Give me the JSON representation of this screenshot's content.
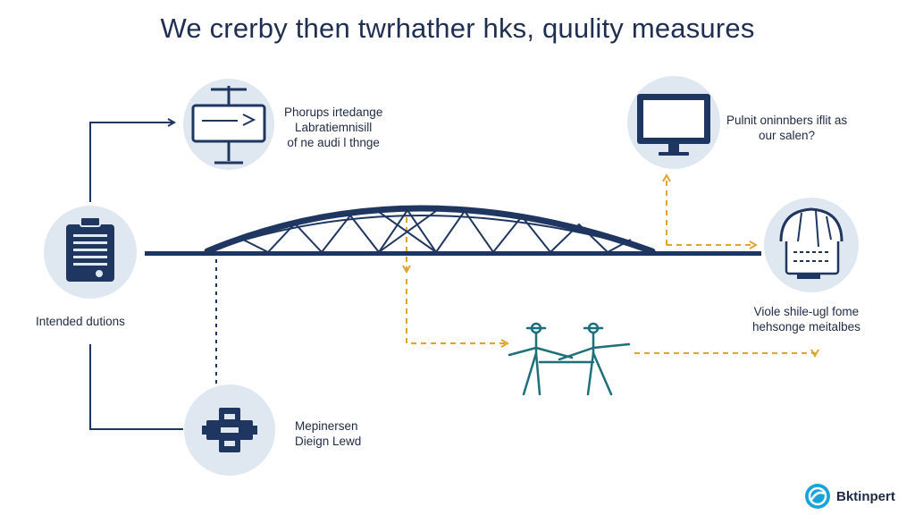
{
  "title": "We crerby then twrhather hks, quulity measures",
  "nodes": {
    "intended": {
      "icon": "clipboard-icon",
      "label": "Intended dutions"
    },
    "top_left": {
      "icon": "workbench-icon",
      "lines": [
        "Phorups irtedange",
        "Labratiemnisill",
        "of ne audi l thnge"
      ]
    },
    "bottom": {
      "icon": "connector-icon",
      "lines": [
        "Mepinersen",
        "Dieign Lewd"
      ]
    },
    "monitor": {
      "icon": "monitor-icon",
      "lines": [
        "Pulnit oninnbers iflit as",
        "our salen?"
      ]
    },
    "right": {
      "icon": "dashboard-icon",
      "lines": [
        "Viole shile-ugl fome",
        "hehsonge meitalbes"
      ]
    },
    "workers": {
      "icon": "workers-icon"
    }
  },
  "bridge": {
    "icon": "bridge-icon"
  },
  "brand": {
    "name": "Bktinpert",
    "icon": "brand-logo-icon"
  },
  "colors": {
    "navy": "#1f3660",
    "circle": "#dfe8f1",
    "orange": "#e0a431",
    "teal": "#1f6f7a",
    "text": "#1f2a44"
  }
}
